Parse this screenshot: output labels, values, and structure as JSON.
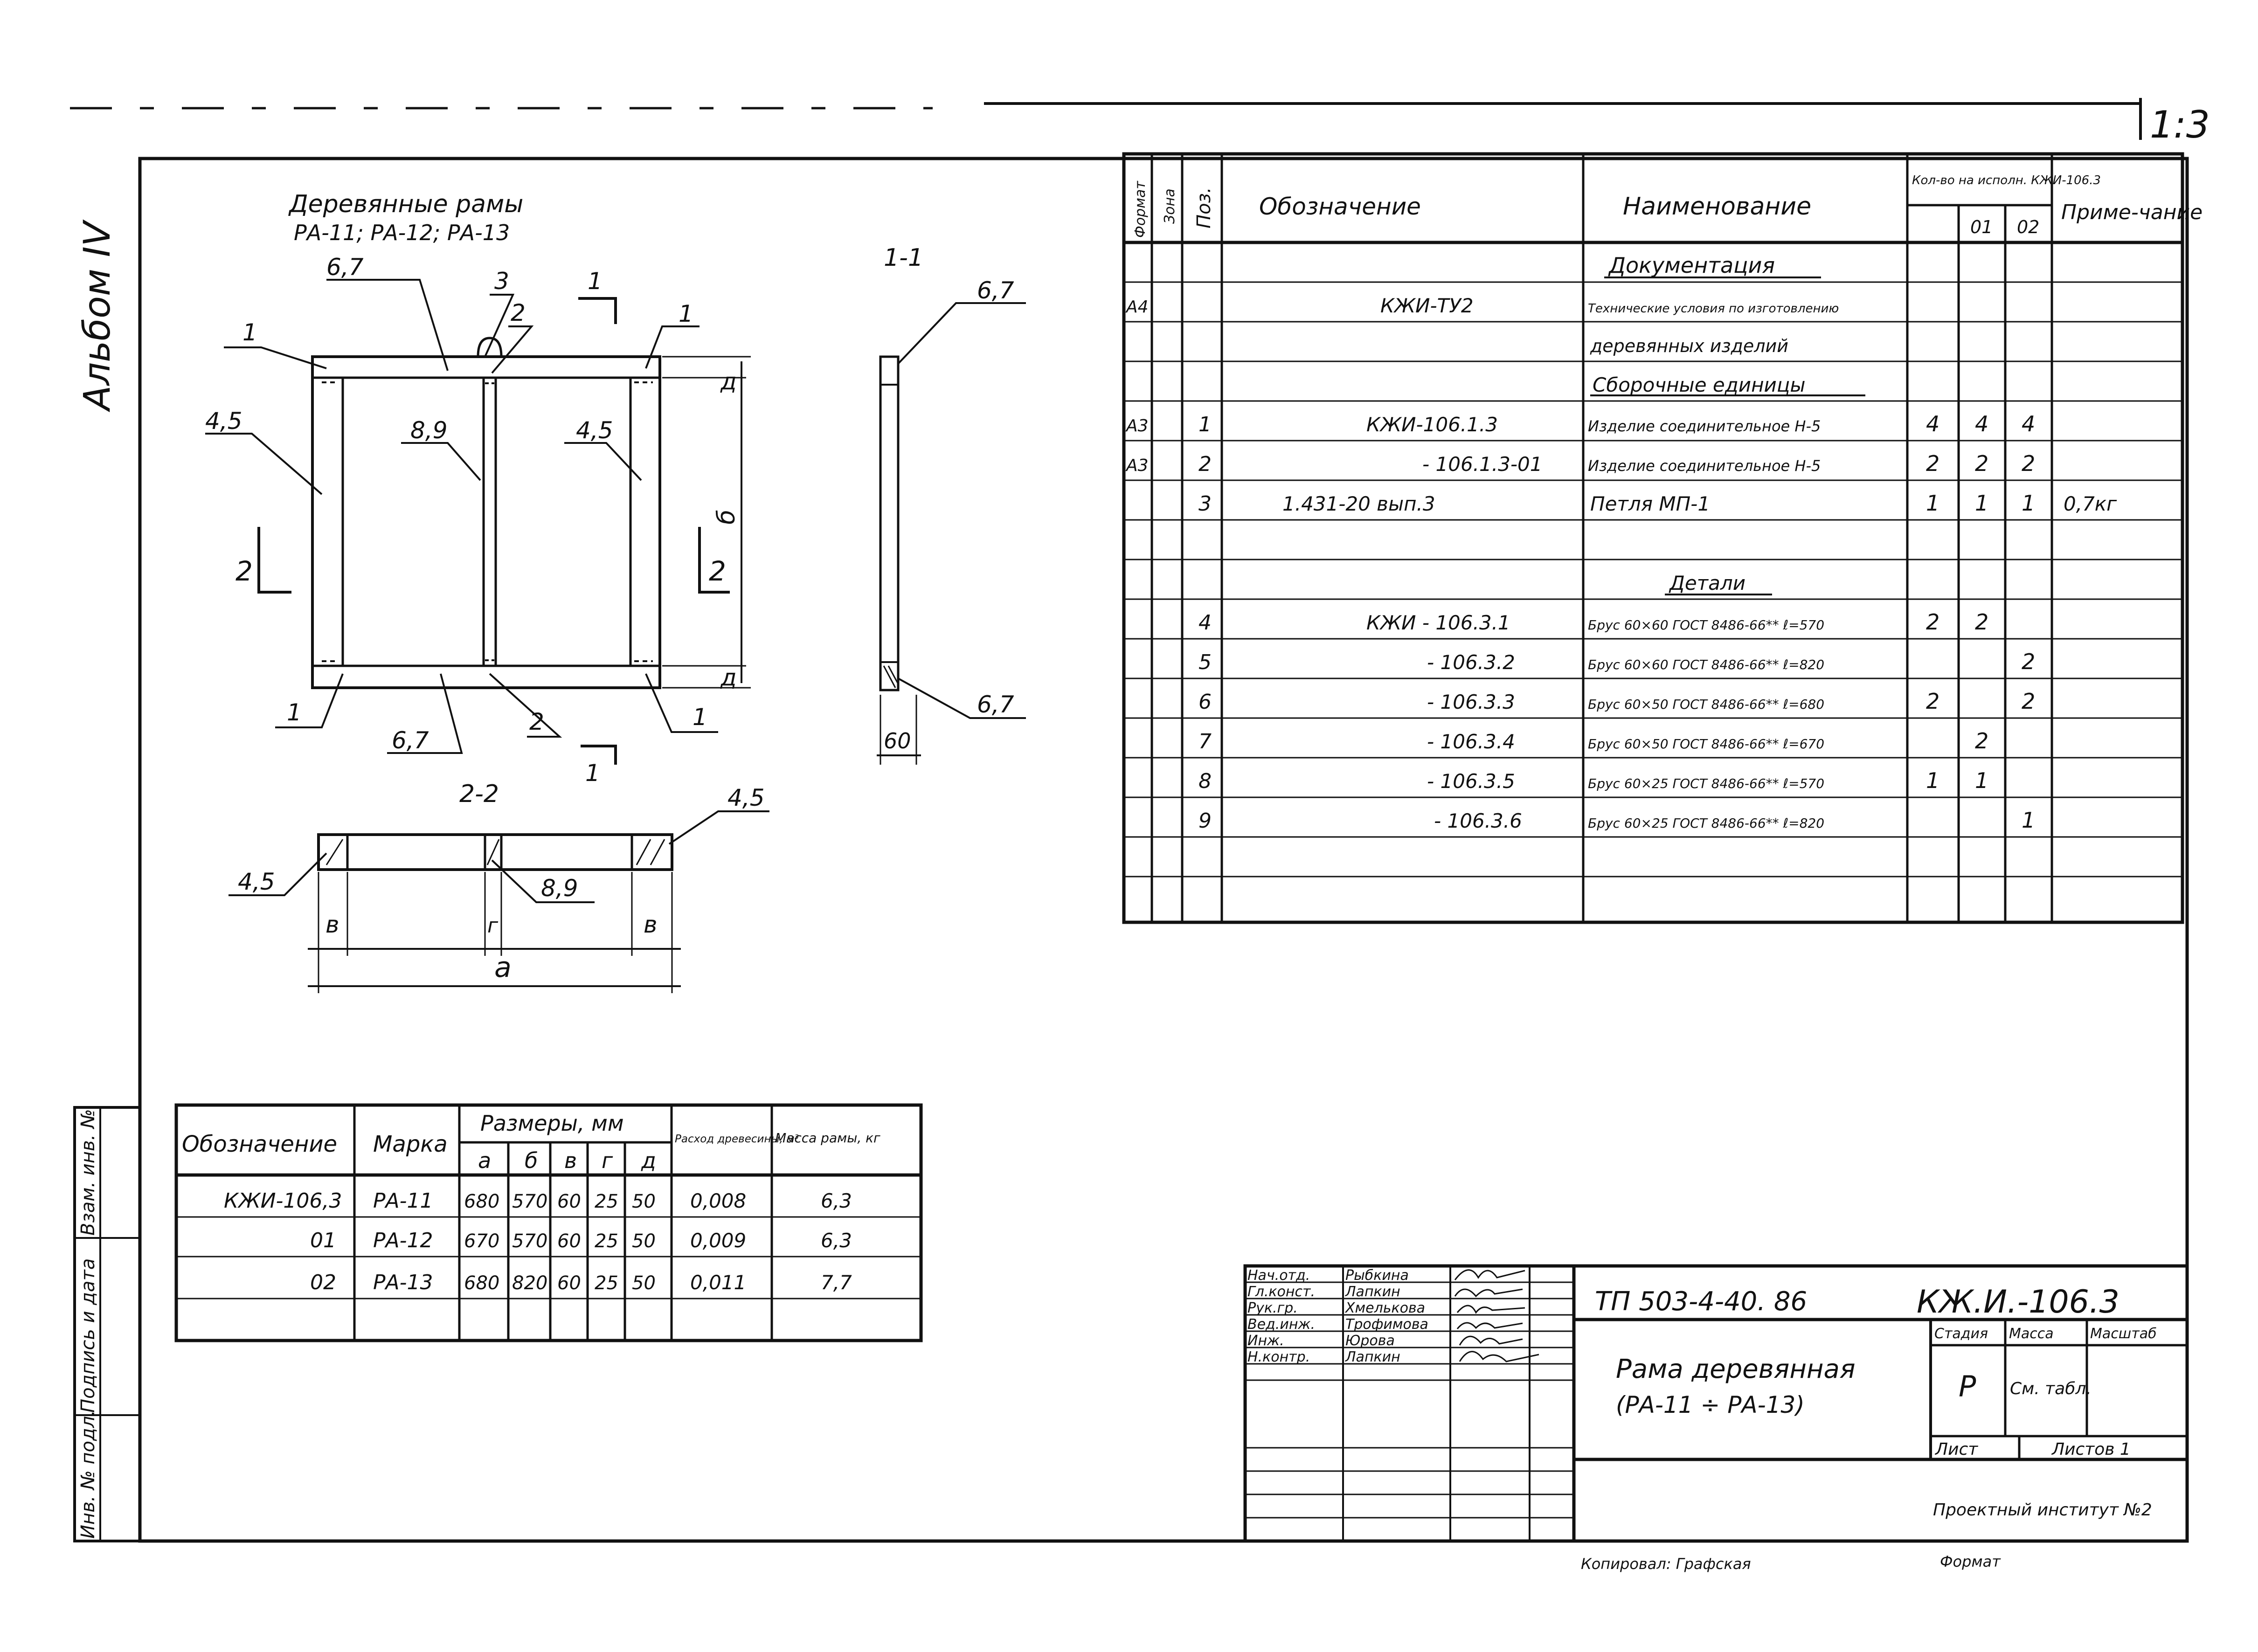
{
  "album": "Альбом IV",
  "sheet_number": "1:3",
  "drawing": {
    "title_lines": [
      "Деревянные рамы",
      "РА-11; РА-12; РА-13"
    ],
    "section_1_label": "1-1",
    "section_2_label": "2-2",
    "callouts": {
      "c67": "6,7",
      "c3": "3",
      "c2": "2",
      "c1": "1",
      "c45": "4,5",
      "c89": "8,9",
      "cut1": "1",
      "cut2": "2",
      "dim_d": "д",
      "dim_b": "б",
      "dim_a": "а",
      "dim_v": "в",
      "dim_g": "г",
      "dim_60": "60"
    }
  },
  "spec_table": {
    "headers": {
      "format": "Формат",
      "zone": "Зона",
      "pos": "Поз.",
      "designation": "Обозначение",
      "name": "Наименование",
      "qty": "Кол-во на исполн. КЖИ-106.3",
      "qty_01": "01",
      "qty_02": "02",
      "note": "Приме-чание"
    },
    "rows": [
      {
        "format": "",
        "pos": "",
        "designation": "",
        "name": "Документация",
        "q0": "",
        "q1": "",
        "q2": "",
        "note": "",
        "name_underline": true
      },
      {
        "format": "А4",
        "pos": "",
        "designation": "КЖИ-ТУ2",
        "name": "Технические условия по изготовлению",
        "q0": "",
        "q1": "",
        "q2": "",
        "note": ""
      },
      {
        "format": "",
        "pos": "",
        "designation": "",
        "name": "деревянных изделий",
        "q0": "",
        "q1": "",
        "q2": "",
        "note": ""
      },
      {
        "format": "",
        "pos": "",
        "designation": "",
        "name": "Сборочные единицы",
        "q0": "",
        "q1": "",
        "q2": "",
        "note": "",
        "name_underline": true
      },
      {
        "format": "А3",
        "pos": "1",
        "designation": "КЖИ-106.1.3",
        "name": "Изделие соединительное Н-5",
        "q0": "4",
        "q1": "4",
        "q2": "4",
        "note": ""
      },
      {
        "format": "А3",
        "pos": "2",
        "designation": "- 106.1.3-01",
        "name": "Изделие соединительное Н-5",
        "q0": "2",
        "q1": "2",
        "q2": "2",
        "note": ""
      },
      {
        "format": "",
        "pos": "3",
        "designation": "1.431-20     вып.3",
        "name": "Петля    МП-1",
        "q0": "1",
        "q1": "1",
        "q2": "1",
        "note": "0,7кг"
      },
      {
        "format": "",
        "pos": "",
        "designation": "",
        "name": "",
        "q0": "",
        "q1": "",
        "q2": "",
        "note": ""
      },
      {
        "format": "",
        "pos": "",
        "designation": "",
        "name": "Детали",
        "q0": "",
        "q1": "",
        "q2": "",
        "note": "",
        "name_underline": true
      },
      {
        "format": "",
        "pos": "4",
        "designation": "КЖИ - 106.3.1",
        "name": "Брус 60×60 ГОСТ 8486-66** ℓ=570",
        "q0": "2",
        "q1": "2",
        "q2": "",
        "note": ""
      },
      {
        "format": "",
        "pos": "5",
        "designation": "- 106.3.2",
        "name": "Брус 60×60 ГОСТ 8486-66** ℓ=820",
        "q0": "",
        "q1": "",
        "q2": "2",
        "note": ""
      },
      {
        "format": "",
        "pos": "6",
        "designation": "- 106.3.3",
        "name": "Брус 60×50 ГОСТ 8486-66** ℓ=680",
        "q0": "2",
        "q1": "",
        "q2": "2",
        "note": ""
      },
      {
        "format": "",
        "pos": "7",
        "designation": "- 106.3.4",
        "name": "Брус 60×50 ГОСТ 8486-66** ℓ=670",
        "q0": "",
        "q1": "2",
        "q2": "",
        "note": ""
      },
      {
        "format": "",
        "pos": "8",
        "designation": "- 106.3.5",
        "name": "Брус 60×25 ГОСТ 8486-66** ℓ=570",
        "q0": "1",
        "q1": "1",
        "q2": "",
        "note": ""
      },
      {
        "format": "",
        "pos": "9",
        "designation": "- 106.3.6",
        "name": "Брус 60×25 ГОСТ 8486-66** ℓ=820",
        "q0": "",
        "q1": "",
        "q2": "1",
        "note": ""
      },
      {
        "format": "",
        "pos": "",
        "designation": "",
        "name": "",
        "q0": "",
        "q1": "",
        "q2": "",
        "note": ""
      },
      {
        "format": "",
        "pos": "",
        "designation": "",
        "name": "",
        "q0": "",
        "q1": "",
        "q2": "",
        "note": ""
      }
    ]
  },
  "sizes_table": {
    "headers": {
      "designation": "Обозначение",
      "mark": "Марка",
      "sizes": "Размеры, мм",
      "a": "а",
      "b": "б",
      "v": "в",
      "g": "г",
      "d": "д",
      "wood": "Расход древесины, м³",
      "mass": "Масса рамы, кг"
    },
    "rows": [
      {
        "designation": "КЖИ-106,3",
        "mark": "РА-11",
        "a": "680",
        "b": "570",
        "v": "60",
        "g": "25",
        "d": "50",
        "wood": "0,008",
        "mass": "6,3"
      },
      {
        "designation": "01",
        "mark": "РА-12",
        "a": "670",
        "b": "570",
        "v": "60",
        "g": "25",
        "d": "50",
        "wood": "0,009",
        "mass": "6,3"
      },
      {
        "designation": "02",
        "mark": "РА-13",
        "a": "680",
        "b": "820",
        "v": "60",
        "g": "25",
        "d": "50",
        "wood": "0,011",
        "mass": "7,7"
      }
    ]
  },
  "left_strip": {
    "labels": [
      "Инв. № подл.",
      "Подпись и дата",
      "Взам. инв. №"
    ]
  },
  "title_block": {
    "project_code": "ТП 503-4-40. 86",
    "doc_code": "КЖ.И.-106.3",
    "title": "Рама деревянная",
    "subtitle": "(РА-11 ÷ РА-13)",
    "stage_label": "Стадия",
    "mass_label": "Масса",
    "scale_label": "Масштаб",
    "stage_value": "Р",
    "mass_value": "См. табл.",
    "sheet_label": "Лист",
    "sheets_label": "Листов 1",
    "organization": "Проектный институт №2",
    "signers": [
      {
        "role": "Нач.отд.",
        "name": "Рыбкина"
      },
      {
        "role": "Гл.конст.",
        "name": "Лапкин"
      },
      {
        "role": "Рук.гр.",
        "name": "Хмелькова"
      },
      {
        "role": "Вед.инж.",
        "name": "Трофимова"
      },
      {
        "role": "Инж.",
        "name": "Юрова"
      },
      {
        "role": "Н.контр.",
        "name": "Лапкин"
      }
    ]
  },
  "footer": {
    "copied": "Копировал: Графская",
    "format": "Формат"
  }
}
